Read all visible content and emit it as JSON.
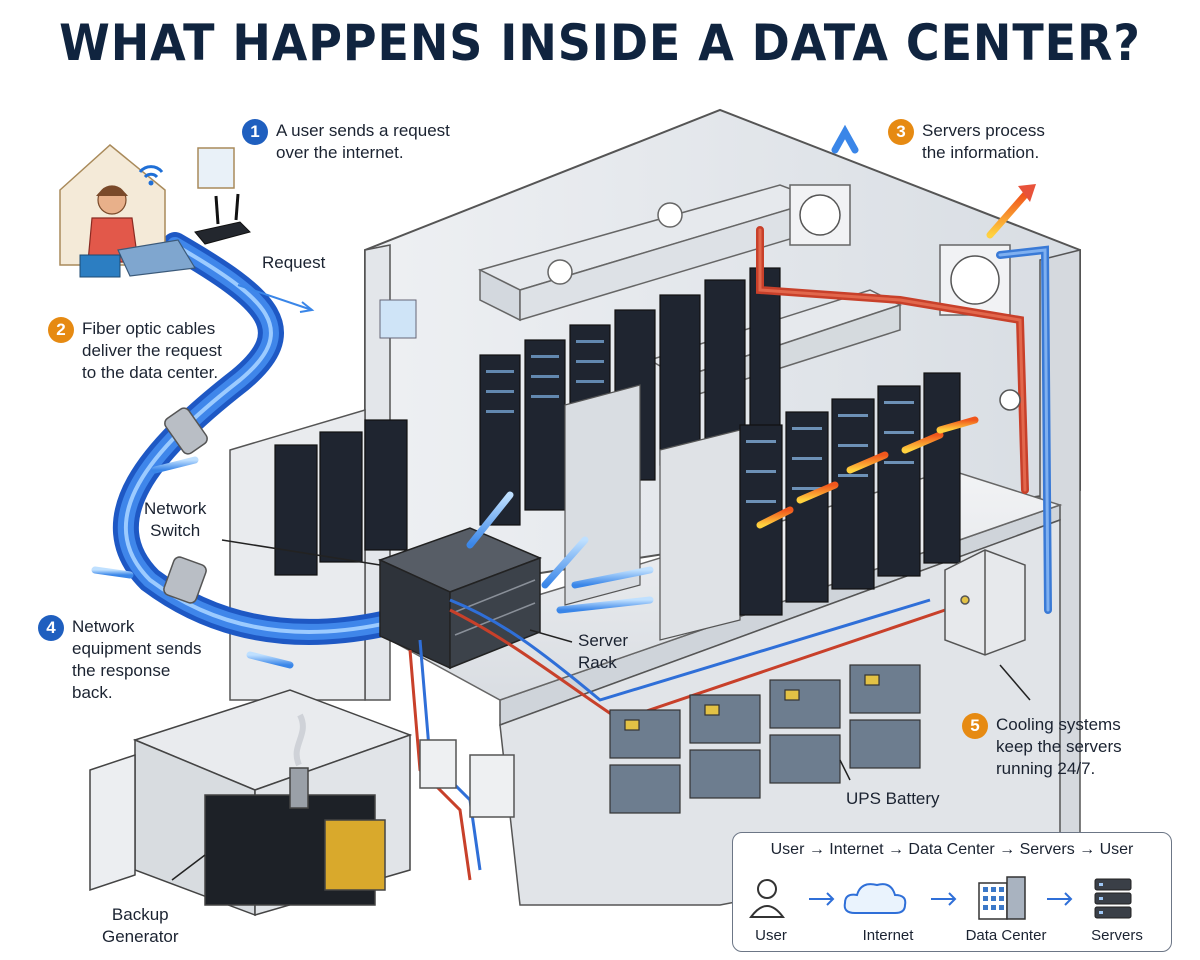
{
  "title": "WHAT HAPPENS INSIDE A DATA CENTER?",
  "steps": [
    {
      "number": "1",
      "text": "A user sends a request\nover the internet.",
      "color": "#1f5fbf"
    },
    {
      "number": "2",
      "text": "Fiber optic cables\ndeliver the request\nto the data center.",
      "color": "#e68a12"
    },
    {
      "number": "3",
      "text": "Servers process\nthe information.",
      "color": "#e68a12"
    },
    {
      "number": "4",
      "text": "Network\nequipment sends\nthe response\nback.",
      "color": "#1f5fbf"
    },
    {
      "number": "5",
      "text": "Cooling systems\nkeep the servers\nrunning 24/7.",
      "color": "#e68a12"
    }
  ],
  "labels": {
    "request": "Request",
    "network_switch": "Network\nSwitch",
    "server_rack": "Server\nRack",
    "ups_battery": "UPS Battery",
    "backup_generator": "Backup\nGenerator"
  },
  "flow": {
    "sequence": "User → Internet → Data Center → Servers → User",
    "icons": [
      {
        "icon": "user-icon",
        "label": "User"
      },
      {
        "icon": "cloud-icon",
        "label": "Internet"
      },
      {
        "icon": "building-icon",
        "label": "Data Center"
      },
      {
        "icon": "server-stack-icon",
        "label": "Servers"
      }
    ]
  },
  "colors": {
    "cool_air": "#3a86e8",
    "hot_air": "#f08a1c",
    "cable": "#2f6fd8",
    "title": "#10243f"
  }
}
